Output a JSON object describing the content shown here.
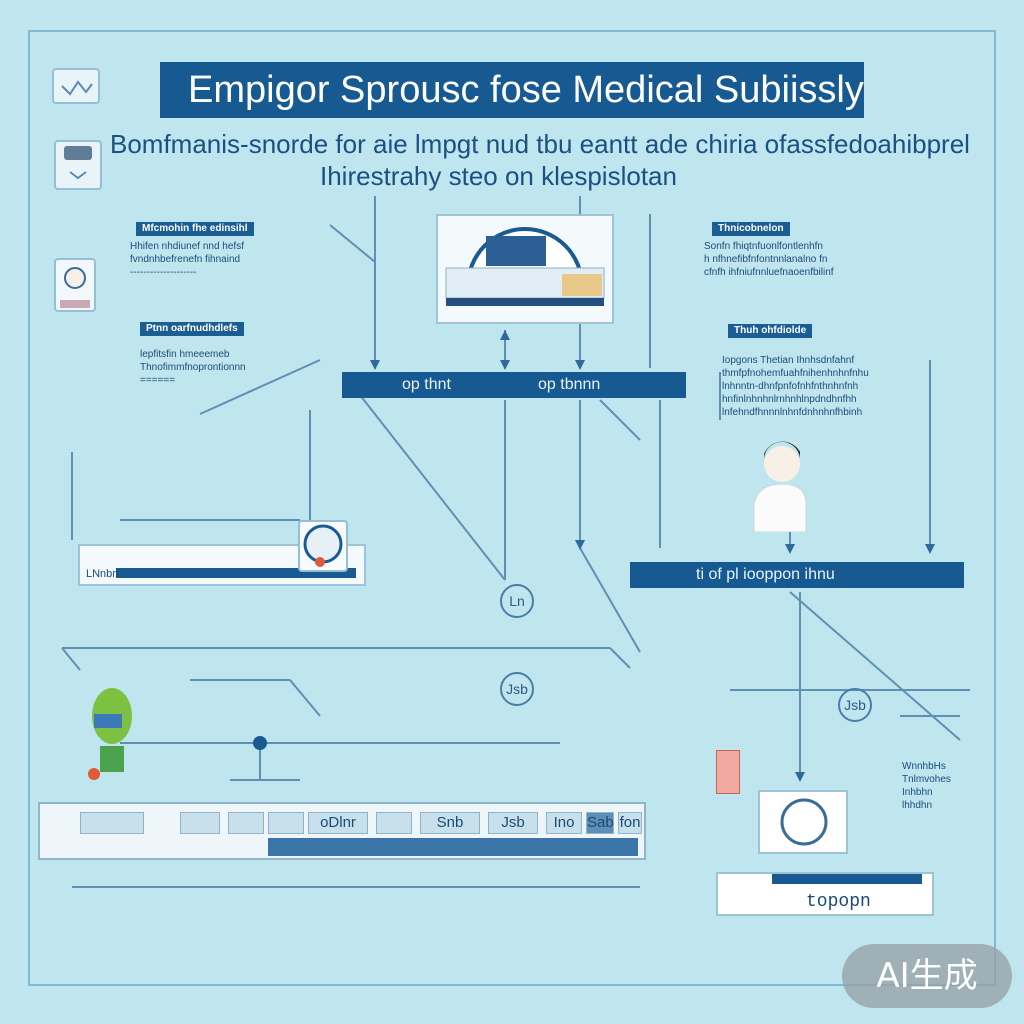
{
  "title": "Empigor Sprousc fose Medical Subiissly",
  "subtitle": {
    "line1": "Bomfmanis-snorde for aie lmpgt nud tbu eantt ade chiria ofassfedoahibprel",
    "line2": "Ihirestrahy steo on klespislotan"
  },
  "bands": {
    "center_left": "op thnt",
    "center_right": "op tbnnn",
    "right": "ti of pl  iooppon ihnu"
  },
  "tags": {
    "left_top": "Mfcmohin fhe edinsihl",
    "left_mid": "Ptnn oarfnudhdlefs",
    "right_top": "Thnicobnelon",
    "right_mid": "Thuh ohfdiolde"
  },
  "notes": {
    "left_top": "Hhifen nhdiunef nnd hefsf\nfvndnhbefrenefn fihnaind\n--------------------",
    "left_mid": "lepfitsfin hmeeemeb\nThnofimmfnoprontionnn\n======",
    "right_top": "Sonfn fhiqtnfuonlfontlenhfn\nh nfhnefibfnfontnnlanalno fn\ncfnfh ihfniufnnluefnaoenfbilinf",
    "right_mid": "Iopgons Thetian Ihnhsdnfahnf\nthmfpfnohemfuahfnihenhnhnfnhu\nlnhnntn-dhnfpnfofnhfnthnhnfnh\nhnfinlnhnhnlrnhnhlnpdndhnfhh\nlnfehndfhnnnlnhnfdnhnhnfhbinh",
    "right_low": "WnnhbHs\nTnlmvohes\nInhbhn\nlhhdhn"
  },
  "circle_labels": [
    "Ln",
    "Jsb",
    "Jsb"
  ],
  "table_cells": [
    "oDlnr",
    "Snb",
    "Jsb",
    "Ino",
    "Sab",
    "fon"
  ],
  "bottom_card": "topopn",
  "left_card_label": "LNnbn",
  "badge": "AI生成",
  "colors": {
    "background": "#bfe6ee",
    "accent": "#175a92",
    "line": "#5f8fb3"
  },
  "icons": [
    "window-icon",
    "lock-icon",
    "doctor-avatar-icon",
    "dome-icon",
    "patient-icon",
    "plant-icon",
    "monitor-icon"
  ]
}
